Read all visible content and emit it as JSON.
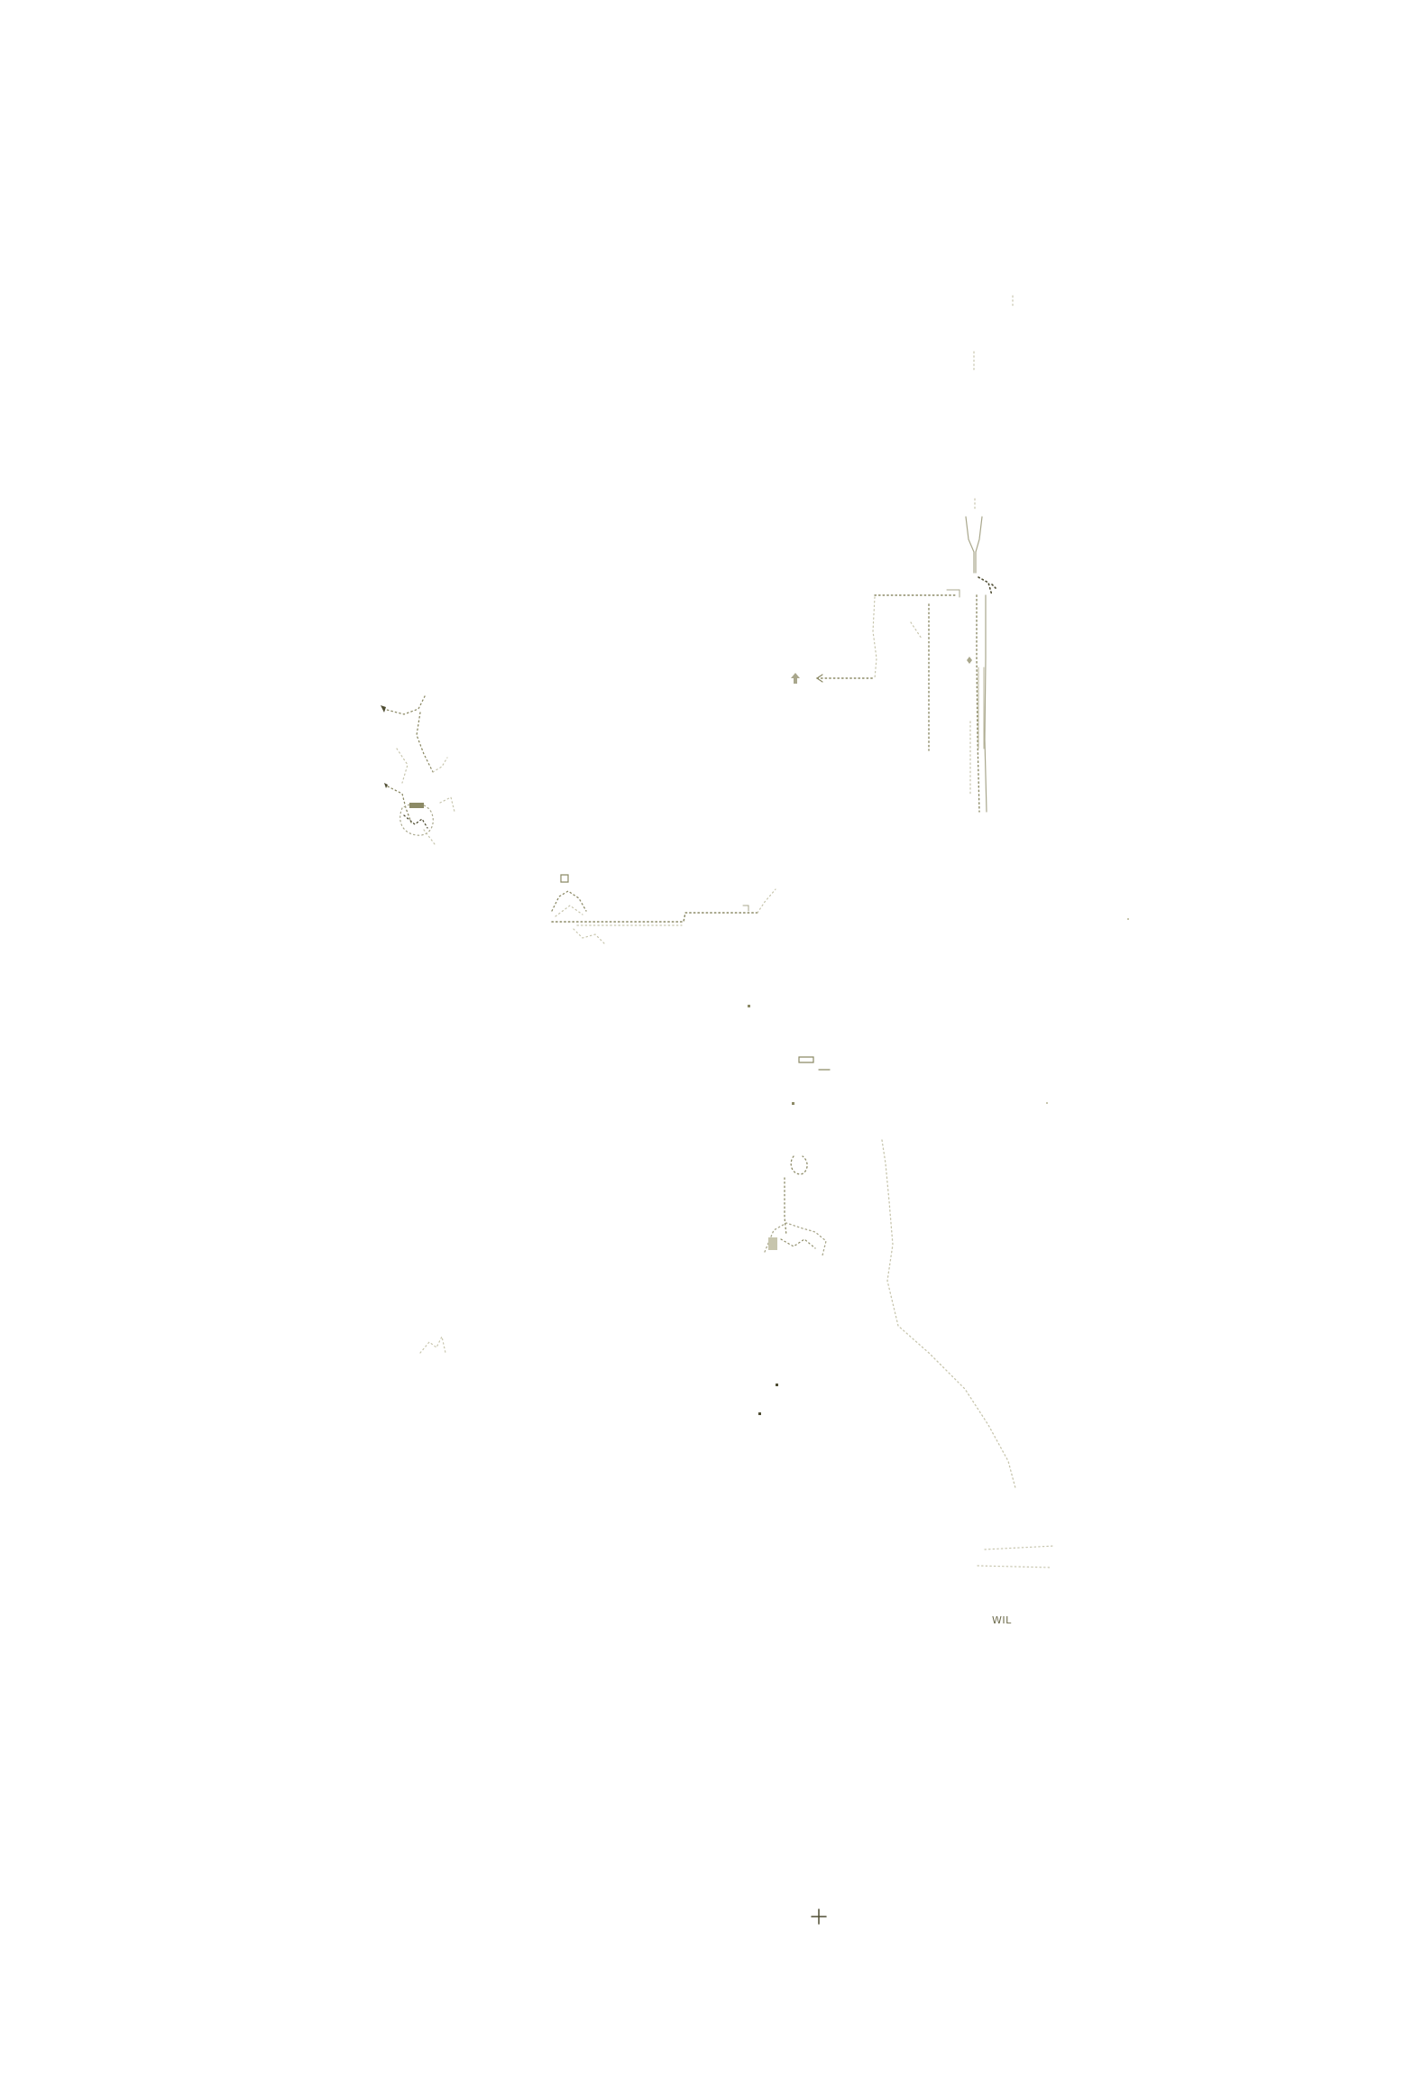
{
  "map": {
    "labels": {
      "wil": "WIL"
    },
    "colors": {
      "background": "#ffffff",
      "ink": "#8c8a66",
      "faint_ink": "#c7c5ad",
      "dark_ink": "#4f4d33"
    },
    "symbols": [
      "crosshair-marker",
      "square-marker",
      "arrow-marker"
    ]
  }
}
